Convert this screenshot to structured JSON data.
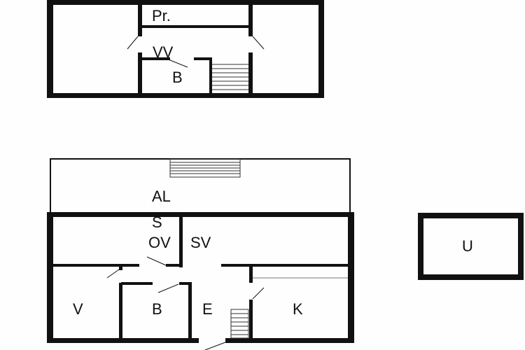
{
  "upper_floor": {
    "rooms": {
      "storage": "Pr.",
      "hall": "VV",
      "bathroom": "B"
    }
  },
  "ground_floor": {
    "rooms": {
      "balcony": "AL",
      "room_s": "S",
      "living_a": "OV",
      "living_b": "SV",
      "bedroom": "V",
      "bathroom": "B",
      "entrance": "E",
      "kitchen": "K"
    }
  },
  "outbuilding": {
    "label": "U"
  },
  "colors": {
    "wall": "#111111",
    "background": "#fefefe"
  }
}
